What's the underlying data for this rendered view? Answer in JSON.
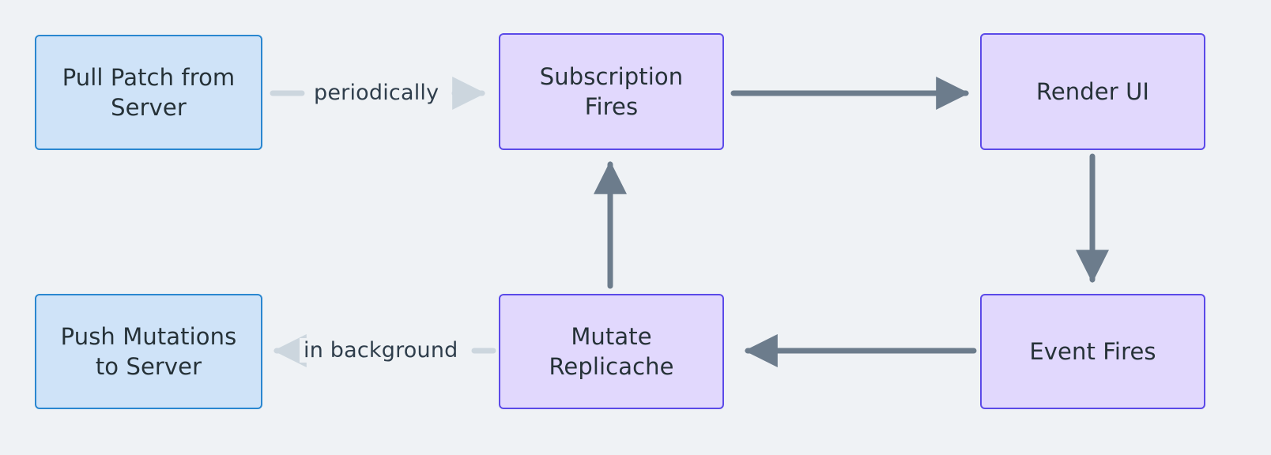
{
  "diagram": {
    "type": "flowchart",
    "background_color": "#eff2f5",
    "palette": {
      "blue_fill": "#cfe3f8",
      "blue_stroke": "#2a87d0",
      "purple_fill": "#e1d8fd",
      "purple_stroke": "#5b4ae8",
      "arrow_strong": "#6c7c8c",
      "arrow_muted": "#ccd6de",
      "text": "#263238"
    },
    "nodes": [
      {
        "id": "pull",
        "label": "Pull Patch from\nServer",
        "style": "blue"
      },
      {
        "id": "subscription",
        "label": "Subscription\nFires",
        "style": "purple"
      },
      {
        "id": "render",
        "label": "Render UI",
        "style": "purple"
      },
      {
        "id": "event",
        "label": "Event Fires",
        "style": "purple"
      },
      {
        "id": "mutate",
        "label": "Mutate\nReplicache",
        "style": "purple"
      },
      {
        "id": "push",
        "label": "Push Mutations\nto Server",
        "style": "blue"
      }
    ],
    "edges": [
      {
        "id": "e1",
        "from": "pull",
        "to": "subscription",
        "label": "periodically",
        "arrow": "right",
        "weight": "muted"
      },
      {
        "id": "e2",
        "from": "subscription",
        "to": "render",
        "label": "",
        "arrow": "right",
        "weight": "strong"
      },
      {
        "id": "e3",
        "from": "render",
        "to": "event",
        "label": "",
        "arrow": "down",
        "weight": "strong"
      },
      {
        "id": "e4",
        "from": "event",
        "to": "mutate",
        "label": "",
        "arrow": "left",
        "weight": "strong"
      },
      {
        "id": "e5",
        "from": "mutate",
        "to": "subscription",
        "label": "",
        "arrow": "up",
        "weight": "strong"
      },
      {
        "id": "e6",
        "from": "mutate",
        "to": "push",
        "label": "in background",
        "arrow": "left",
        "weight": "muted"
      }
    ]
  }
}
